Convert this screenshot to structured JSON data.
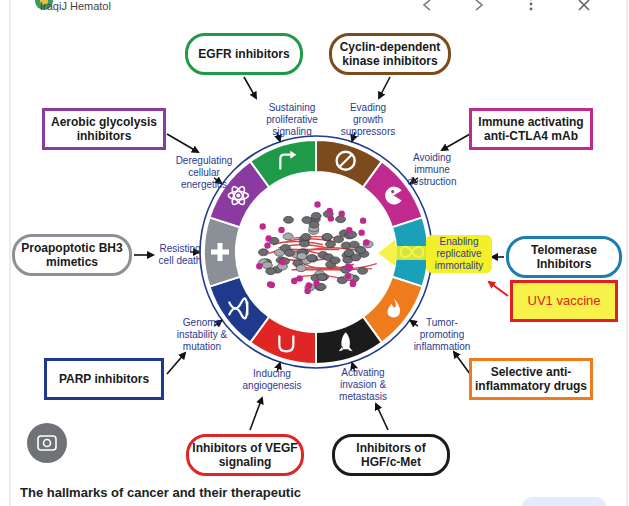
{
  "diagram": {
    "nodes": [
      {
        "text": [
          "EGFR inhibitors"
        ]
      },
      {
        "text": [
          "Cyclin-dependent kinase inhibitors"
        ]
      },
      {
        "text": [
          "Aerobic glycolysis inhibitors"
        ]
      },
      {
        "text": [
          "Immune activating anti-CTLA4 mAb"
        ]
      },
      {
        "text": [
          "Proapoptotic BH3 mimetics"
        ]
      },
      {
        "text": [
          "Telomerase Inhibitors"
        ]
      },
      {
        "text": [
          "UV1 vaccine"
        ]
      },
      {
        "text": [
          "PARP inhibitors"
        ]
      },
      {
        "text": [
          "Selective anti-inflammatory drugs"
        ]
      },
      {
        "text": [
          "Inhibitors of VEGF signaling"
        ]
      },
      {
        "text": [
          "Inhibitors of HGF/c-Met"
        ]
      }
    ],
    "labels": [
      "IraqiJ Hematol",
      "Sustaining proliferative signaling",
      "Evading growth suppressors",
      "Deregulating cellular energetics",
      "Avoiding immune destruction",
      "Resisting cell death",
      "Enabling replicative immortality",
      "Genome instability & mutation",
      "Tumor-promoting inflammation",
      "Inducing angiogenesis",
      "Activating invasion & metastasis",
      "The hallmarks of cancer and their therapeutic"
    ]
  }
}
